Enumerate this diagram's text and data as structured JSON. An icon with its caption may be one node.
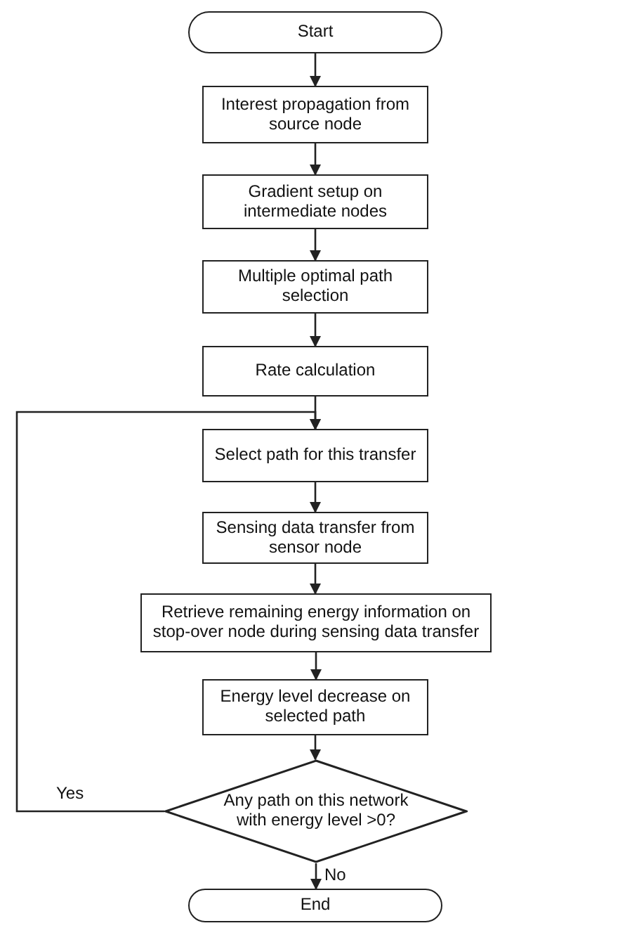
{
  "diagram": {
    "nodes": [
      {
        "text": [
          "Start"
        ]
      },
      {
        "text": [
          "Interest propagation from source node"
        ]
      },
      {
        "text": [
          "Gradient setup on intermediate nodes"
        ]
      },
      {
        "text": [
          "Multiple optimal path selection"
        ]
      },
      {
        "text": [
          "Rate calculation"
        ]
      },
      {
        "text": [
          "Select path for this transfer"
        ]
      },
      {
        "text": [
          "Sensing data transfer from sensor node"
        ]
      },
      {
        "text": [
          "Retrieve remaining energy information on stop-over node during sensing data transfer"
        ]
      },
      {
        "text": [
          "Energy level decrease on selected path"
        ]
      },
      {
        "text": [
          "Any path on this network with energy level >0?"
        ]
      },
      {
        "text": [
          "End"
        ]
      }
    ],
    "edges": [
      {
        "from": 0,
        "to": 1,
        "arrow": "to"
      },
      {
        "from": 1,
        "to": 2,
        "arrow": "to"
      },
      {
        "from": 2,
        "to": 3,
        "arrow": "to"
      },
      {
        "from": 3,
        "to": 4,
        "arrow": "to"
      },
      {
        "from": 4,
        "to": 5,
        "arrow": "to"
      },
      {
        "from": 5,
        "to": 6,
        "arrow": "to"
      },
      {
        "from": 6,
        "to": 7,
        "arrow": "to"
      },
      {
        "from": 7,
        "to": 8,
        "arrow": "to"
      },
      {
        "from": 8,
        "to": 9,
        "arrow": "to"
      },
      {
        "from": 9,
        "to": 10,
        "arrow": "to",
        "label": "No"
      },
      {
        "from": 9,
        "to": 5,
        "arrow": "to",
        "label": "Yes"
      }
    ]
  }
}
